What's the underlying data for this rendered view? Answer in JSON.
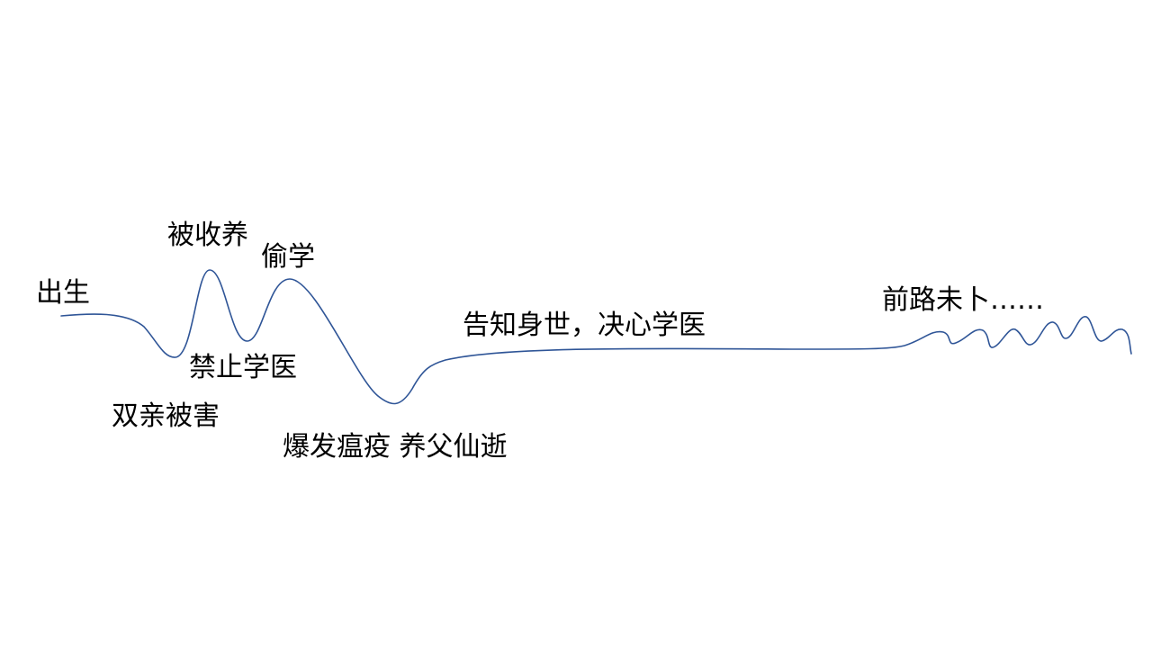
{
  "slide": {
    "line_color": "#2f5597",
    "background": "#ffffff"
  },
  "labels": {
    "birth": "出生",
    "adopted": "被收养",
    "secret_study": "偷学",
    "forbidden": "禁止学医",
    "parents_killed": "双亲被害",
    "plague": "爆发瘟疫 养父仙逝",
    "decide": "告知身世，决心学医",
    "future": "前路未卜……"
  }
}
